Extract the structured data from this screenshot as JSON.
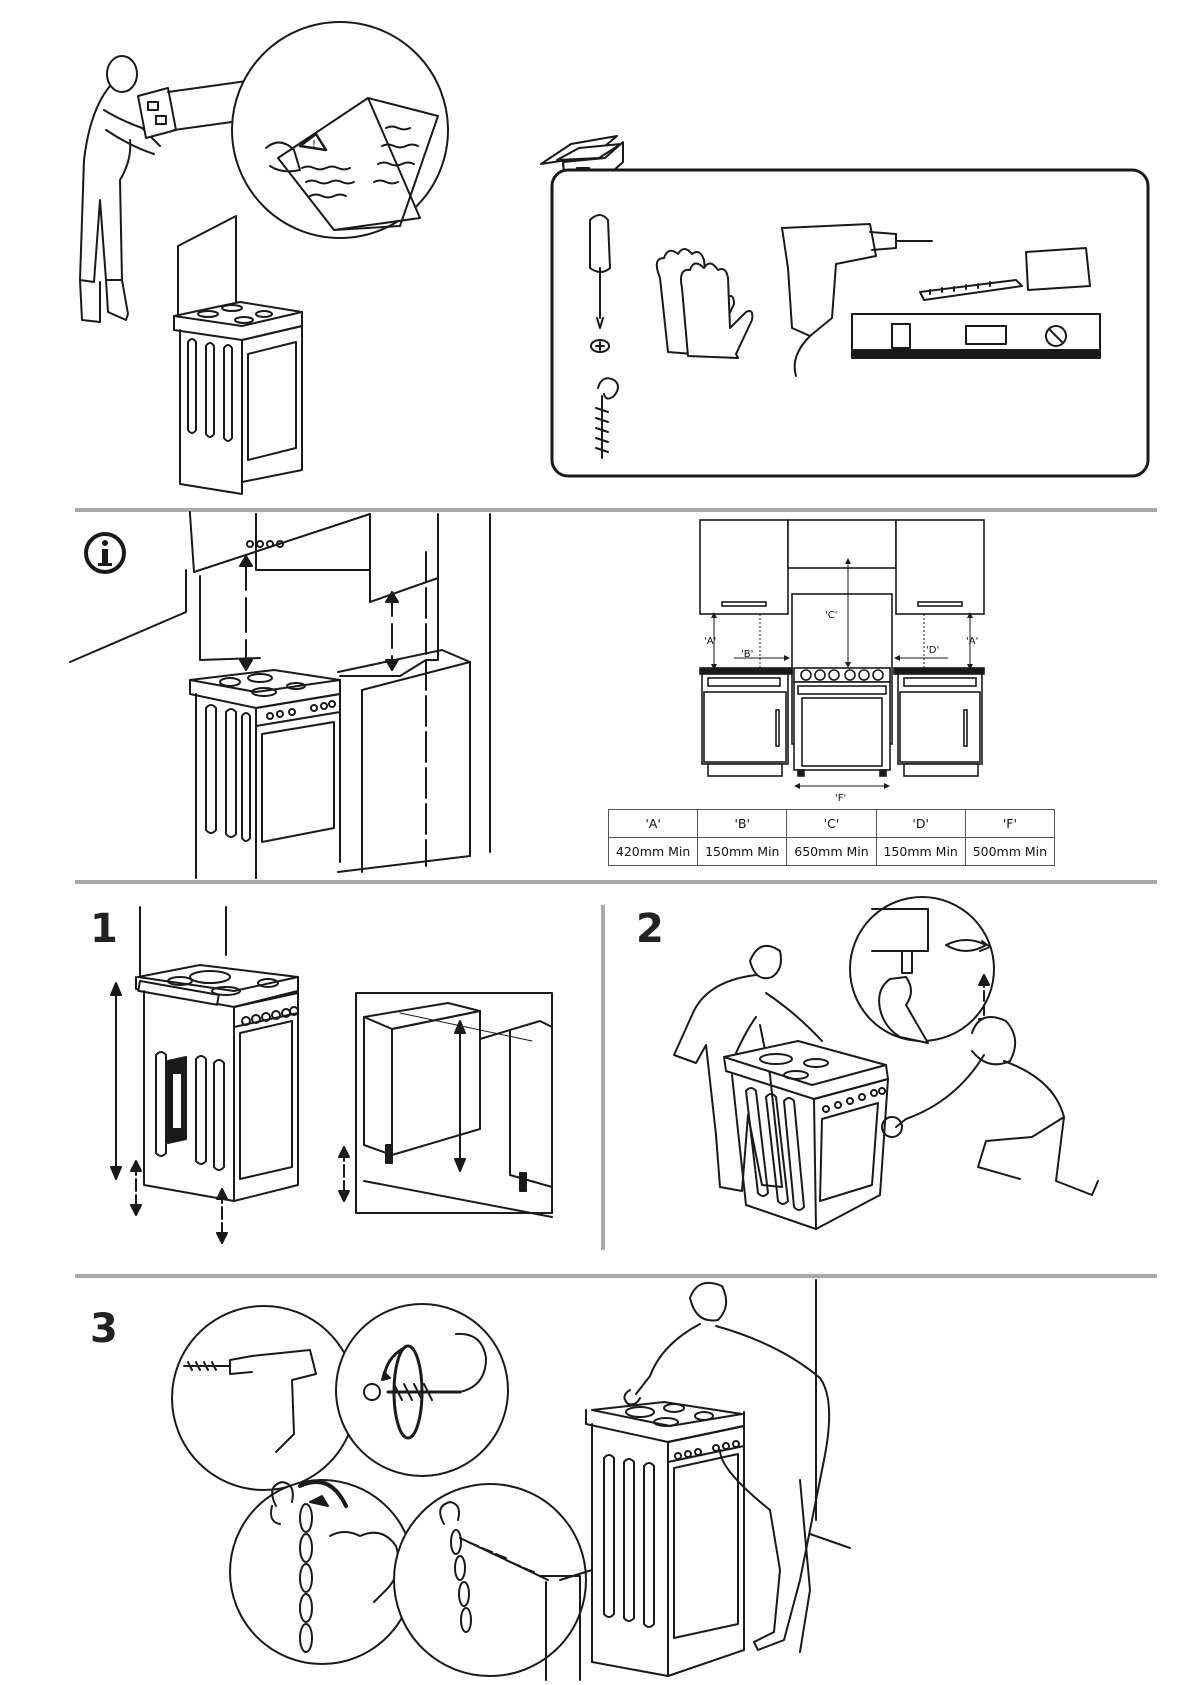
{
  "sections": {
    "step1_label": "1",
    "step2_label": "2",
    "step3_label": "3"
  },
  "clearance_diagram": {
    "labels": {
      "a_left": "'A'",
      "a_right": "'A'",
      "b": "'B'",
      "c": "'C'",
      "d": "'D'",
      "f": "'F'"
    }
  },
  "clearance_table": {
    "headers": [
      "'A'",
      "'B'",
      "'C'",
      "'D'",
      "'F'"
    ],
    "values": [
      "420mm Min",
      "150mm Min",
      "650mm Min",
      "150mm Min",
      "500mm Min"
    ]
  },
  "icons": {
    "info": "info-icon",
    "warning": "warning-triangle-icon",
    "toolbox": "toolbox-icon"
  },
  "colors": {
    "line": "#1a1a1a",
    "divider": "#a9a9a9",
    "worktop": "#1a1a1a"
  }
}
